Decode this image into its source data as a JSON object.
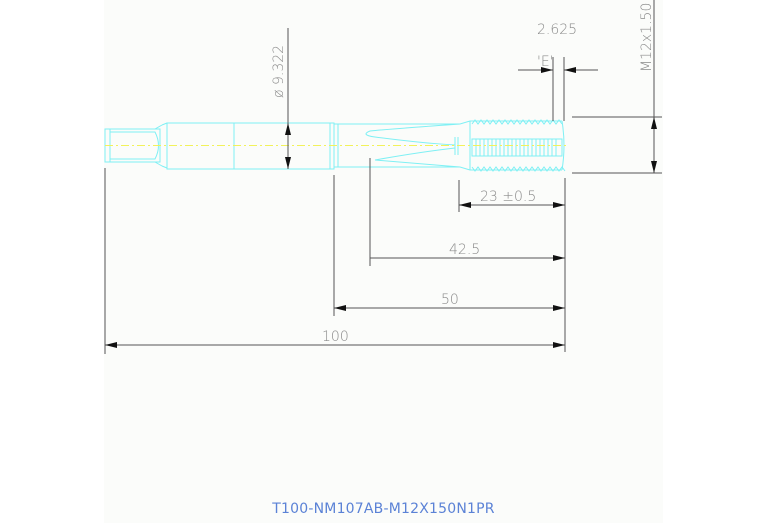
{
  "drawing": {
    "title": "T100-NM107AB-M12X150N1PR",
    "colors": {
      "outline": "#7ff0f4",
      "centerline": "#f2f25a",
      "dimension": "#555555",
      "dimension_text": "#8a8a8a",
      "caption": "#5b82d6",
      "panel": "#fbfcfa"
    },
    "dimensions": {
      "shank_diameter": "ø 9.322",
      "thread_spec": "M12x1.50",
      "e_offset": "2.625",
      "e_label": "'E'",
      "thread_length": "23 ±0.5",
      "flute_length": "42.5",
      "neck_length": "50",
      "overall_length": "100"
    }
  }
}
